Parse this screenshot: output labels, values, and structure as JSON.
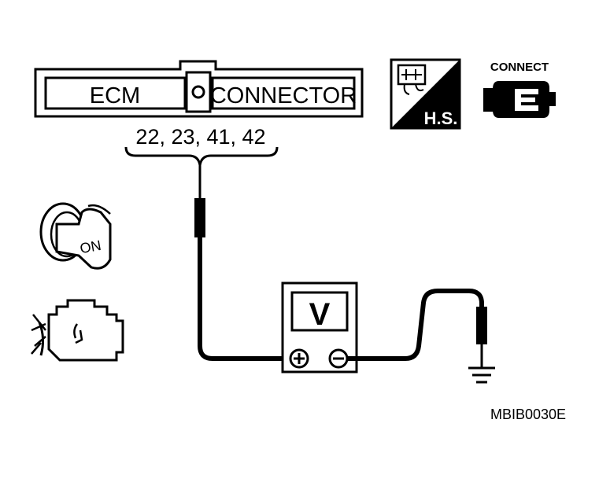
{
  "connector": {
    "left_label": "ECM",
    "right_label": "CONNECTOR",
    "pins": "22, 23, 41, 42"
  },
  "icons": {
    "harness_side_label": "H.S.",
    "connect_label": "CONNECT",
    "ignition_label": "ON"
  },
  "meter": {
    "mode_label": "V",
    "positive_symbol": "+",
    "negative_symbol": "−"
  },
  "figure_id": "MBIB0030E",
  "colors": {
    "ink": "#000000",
    "paper": "#ffffff"
  }
}
